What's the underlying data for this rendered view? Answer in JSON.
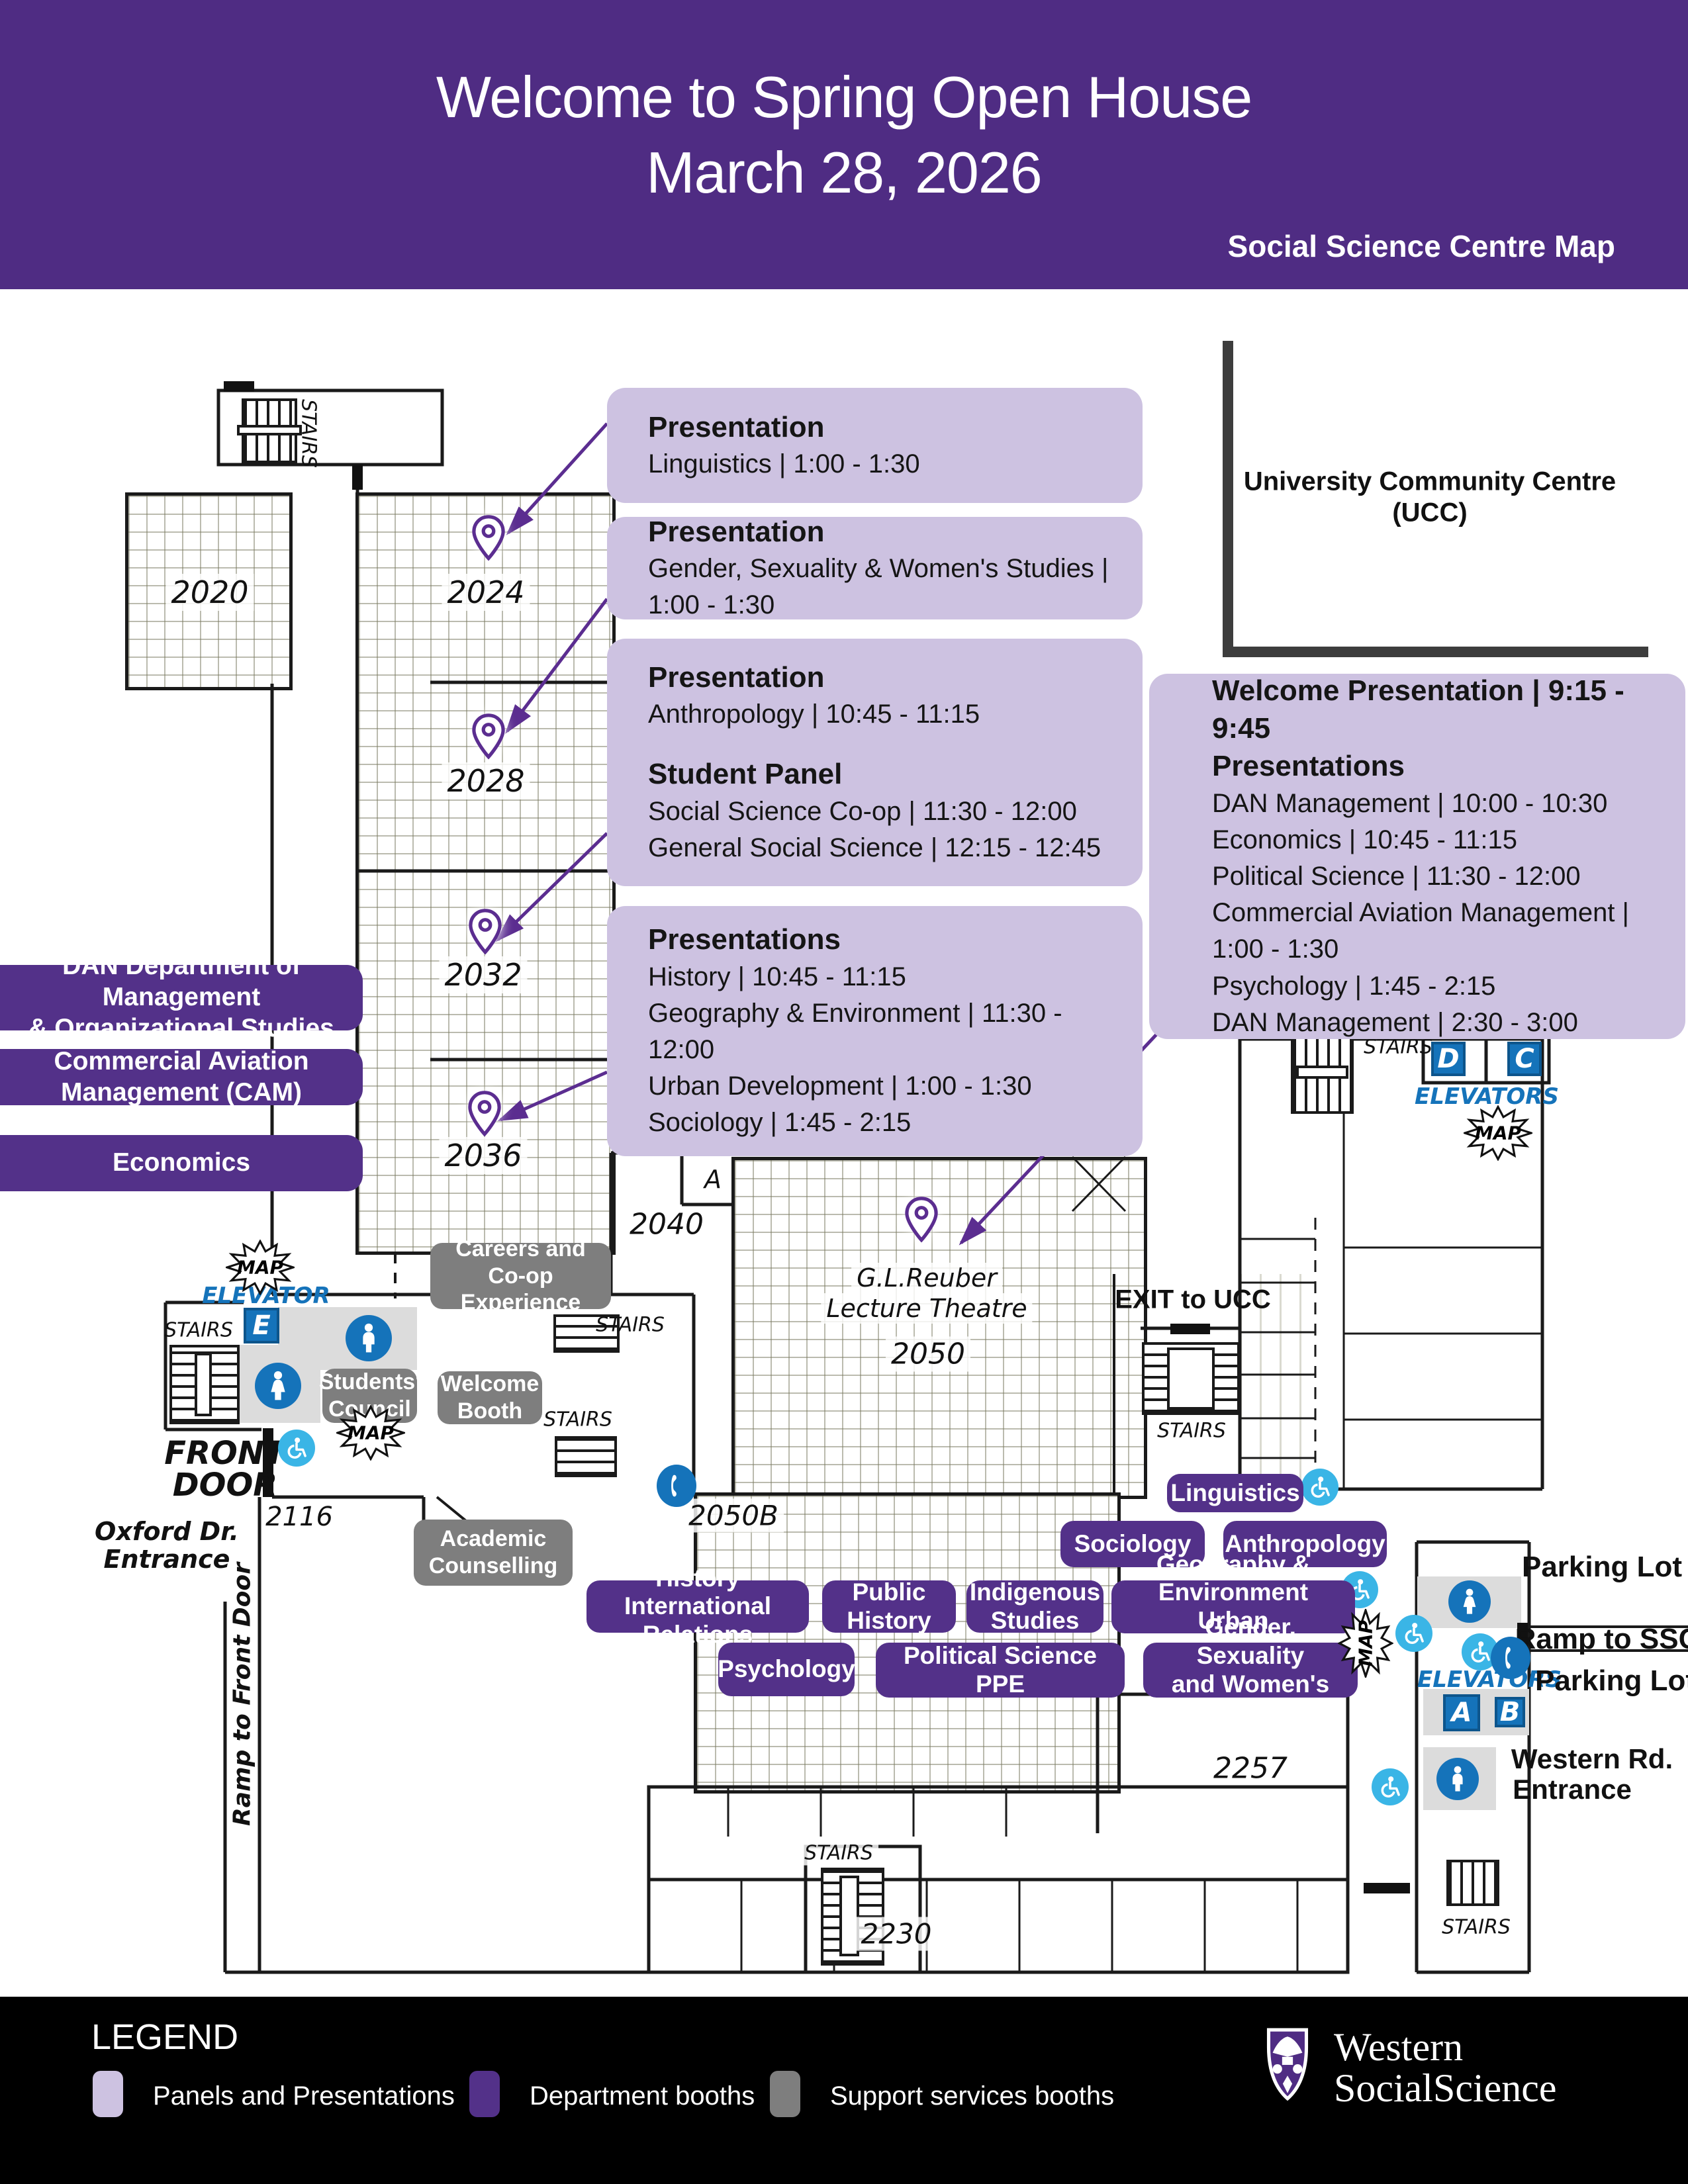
{
  "header": {
    "title_line1": "Welcome to Spring Open House",
    "title_line2": "March 28, 2026",
    "subtitle": "Social Science Centre Map"
  },
  "panels": {
    "linguistics": {
      "heading": "Presentation",
      "line1": "Linguistics | 1:00 - 1:30"
    },
    "gsws": {
      "heading": "Presentation",
      "line1": "Gender, Sexuality & Women's Studies | 1:00 - 1:30"
    },
    "anthropology": {
      "heading": "Presentation",
      "line1": "Anthropology | 10:45 - 11:15",
      "heading2": "Student Panel",
      "line2": "Social Science Co-op | 11:30 - 12:00",
      "line3": "General Social Science | 12:15 - 12:45"
    },
    "south": {
      "heading": "Presentations",
      "line1": "History | 10:45 - 11:15",
      "line2": "Geography & Environment | 11:30 - 12:00",
      "line3": "Urban Development | 1:00 - 1:30",
      "line4": "Sociology | 1:45 - 2:15"
    },
    "welcome": {
      "heading": "Welcome Presentation | 9:15 - 9:45",
      "heading2": "Presentations",
      "line1": "DAN Management | 10:00 - 10:30",
      "line2": "Economics | 10:45 - 11:15",
      "line3": "Political Science | 11:30 - 12:00",
      "line4": "Commercial Aviation Management | 1:00 - 1:30",
      "line5": "Psychology | 1:45 - 2:15",
      "line6": "DAN Management | 2:30 - 3:00"
    }
  },
  "dept_labels": {
    "dan1": "DAN Department of  Management",
    "dan2": "& Organizational Studies",
    "cam1": "Commercial Aviation",
    "cam2": "Management (CAM)",
    "econ": "Economics"
  },
  "booths": {
    "linguistics": "Linguistics",
    "sociology": "Sociology",
    "anthropology": "Anthropology",
    "history1": "History",
    "history2": "International Relations",
    "public_history": "Public History",
    "indigenous1": "Indigenous",
    "indigenous2": "Studies",
    "geo1": "Geography & Environment",
    "geo2": "Urban Development",
    "psychology": "Psychology",
    "polisci1": "Political Science",
    "polisci2": "PPE",
    "gsws1": "Gender, Sexuality",
    "gsws2": "and Women's Studies"
  },
  "support": {
    "careers1": "Careers and Co-op",
    "careers2": "Experience",
    "students1": "Students'",
    "students2": "Council",
    "welcome1": "Welcome",
    "welcome2": "Booth",
    "academic1": "Academic",
    "academic2": "Counselling"
  },
  "rooms": {
    "r2020": "2020",
    "r2024": "2024",
    "r2028": "2028",
    "r2032": "2032",
    "r2036": "2036",
    "r2040": "2040",
    "rA": "A",
    "reuber1": "G.L.Reuber",
    "reuber2": "Lecture Theatre",
    "r2050": "2050",
    "r2050b": "2050B",
    "r2116": "2116",
    "r2257": "2257",
    "r2230": "2230"
  },
  "labels": {
    "stairs": "STAIRS",
    "elevator": "ELEVATOR",
    "elevators": "ELEVATORS",
    "map": "MAP",
    "exit_ucc": "EXIT to UCC",
    "front1": "FRONT",
    "front2": "DOOR",
    "oxford1": "Oxford Dr.",
    "oxford2": "Entrance",
    "ramp_front": "Ramp to Front Door",
    "parking": "Parking Lot",
    "ramp_ssc": "Ramp to SSC",
    "western1": "Western Rd.",
    "western2": "Entrance",
    "ucc1": "University Community Centre",
    "ucc2": "(UCC)"
  },
  "elevator_letters": {
    "e": "E",
    "d": "D",
    "c": "C",
    "a": "A",
    "b": "B"
  },
  "legend": {
    "title": "LEGEND",
    "panels": "Panels and Presentations",
    "departments": "Department booths",
    "support": "Support services booths"
  },
  "logo": {
    "line1": "Western",
    "line2": "SocialScience"
  },
  "colors": {
    "brand_purple": "#4F2C83",
    "booth_purple": "#533189",
    "panel_lavender": "#CDC2E1",
    "support_gray": "#7E7E7E",
    "map_blue": "#1573BA",
    "accessible_blue": "#3AB5E6",
    "pin_purple": "#5B2D90"
  }
}
